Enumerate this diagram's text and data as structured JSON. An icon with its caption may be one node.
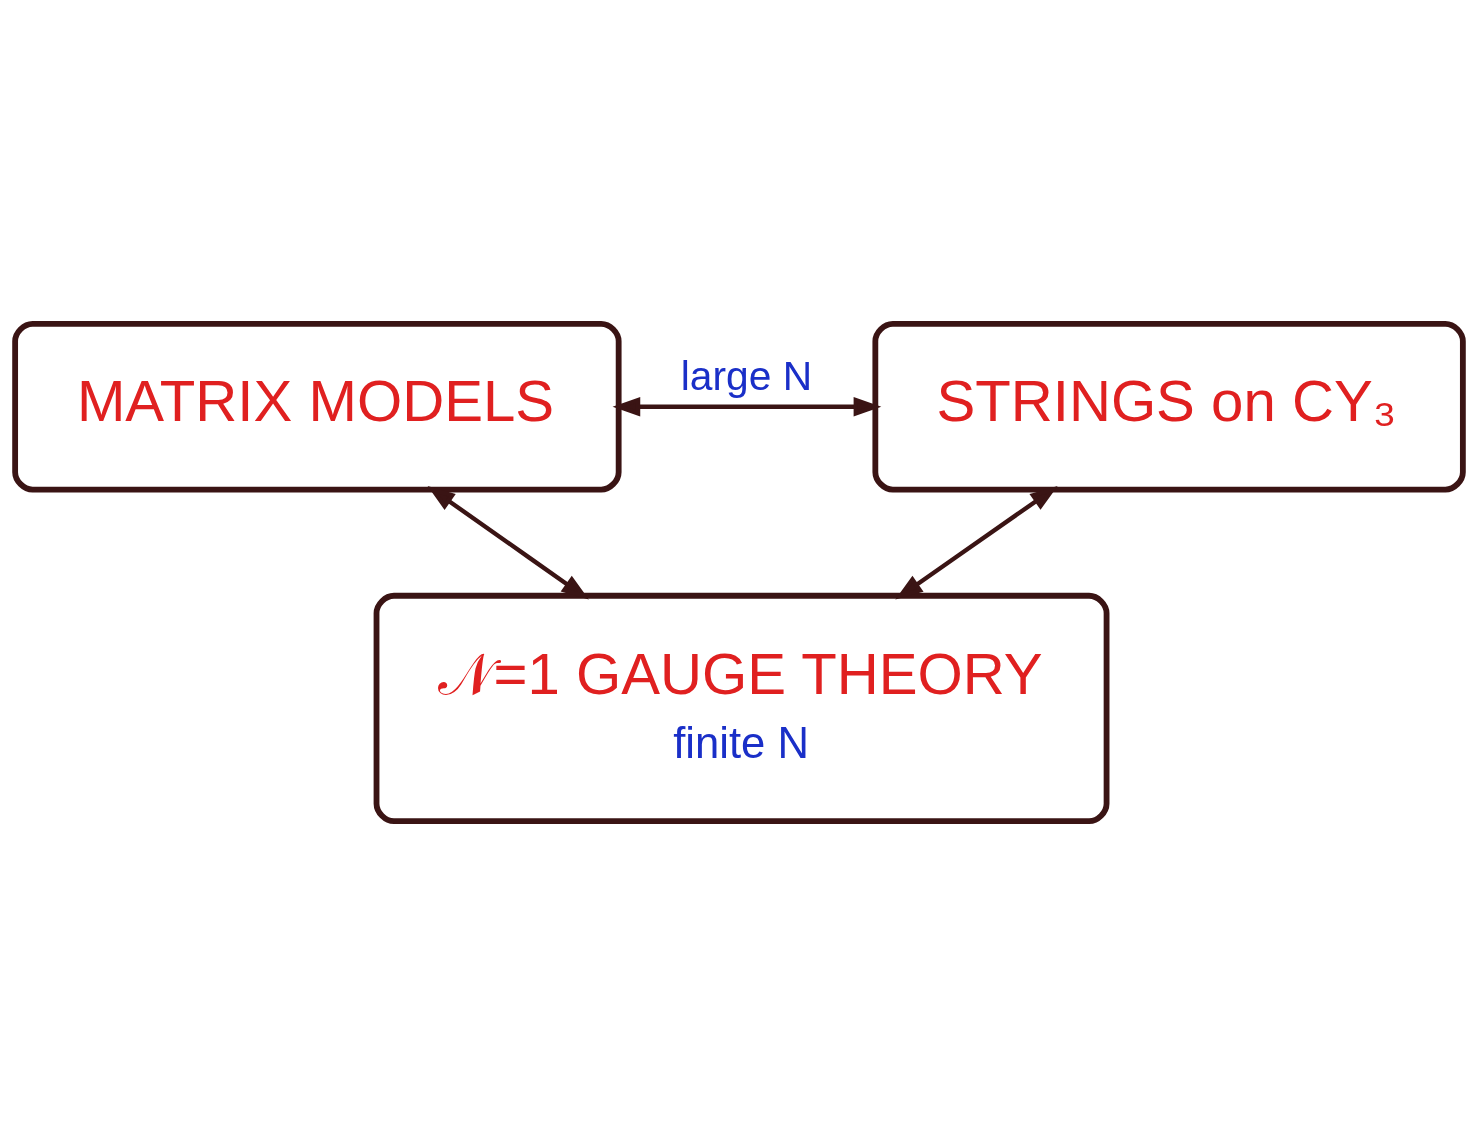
{
  "diagram": {
    "nodes": [
      {
        "text": [
          "MATRIX MODELS"
        ]
      },
      {
        "text": [
          "STRINGS on CY₃"
        ]
      },
      {
        "text": [
          "𝒩=1 GAUGE THEORY",
          "finite N"
        ]
      }
    ],
    "edges": [
      {
        "from": 0,
        "to": 1,
        "arrow": "both",
        "label": "large N"
      },
      {
        "from": 0,
        "to": 2,
        "arrow": "both"
      },
      {
        "from": 1,
        "to": 2,
        "arrow": "both"
      }
    ]
  }
}
